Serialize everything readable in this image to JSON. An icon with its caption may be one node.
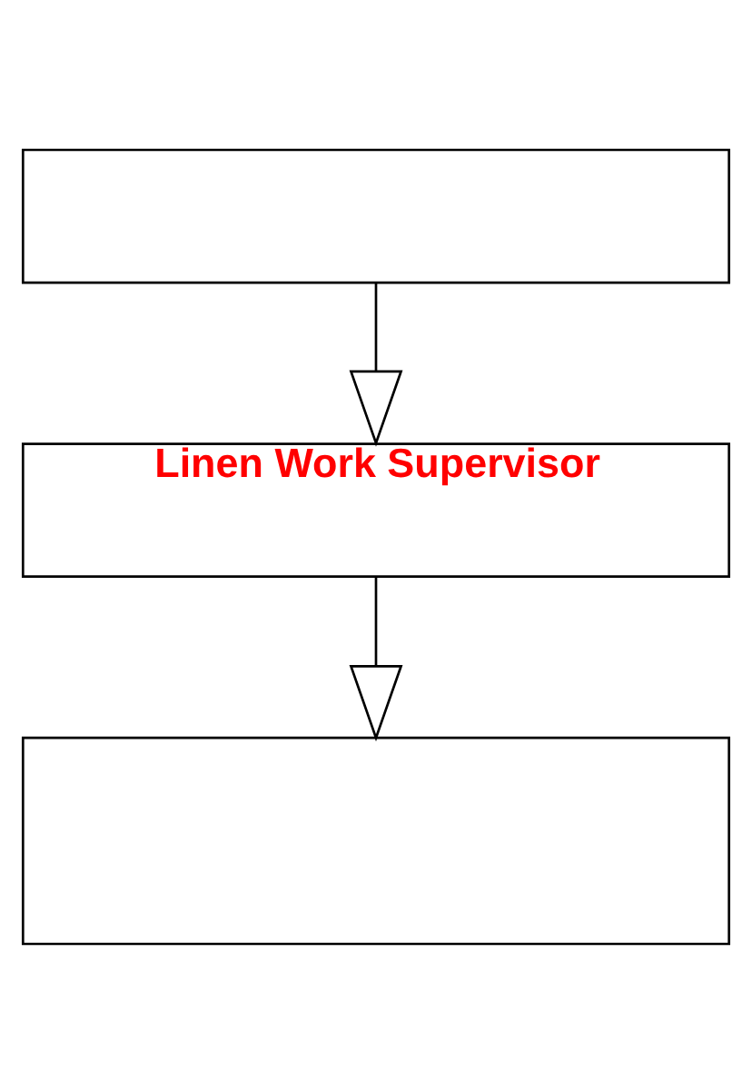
{
  "diagram": {
    "nodes": [
      {
        "text": [],
        "shape": "box"
      },
      {
        "text": [
          "Linen Work Supervisor"
        ]
      },
      {
        "text": [],
        "shape": "box"
      }
    ],
    "edges": [
      {
        "from": 0,
        "to": 1,
        "arrow": "to"
      },
      {
        "from": 1,
        "to": 2,
        "arrow": "to"
      }
    ]
  }
}
